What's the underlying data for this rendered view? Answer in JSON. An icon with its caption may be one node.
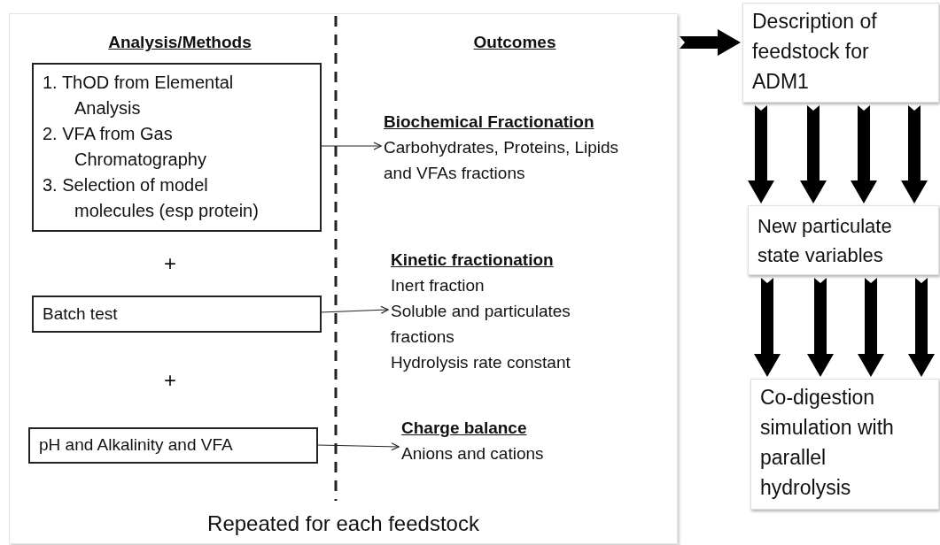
{
  "diagram": {
    "nodes": [
      {
        "text": [
          "Repeated for each feedstock"
        ]
      },
      {
        "text": [
          "1. ThOD from Elemental Analysis",
          "2. VFA from Gas Chromatography",
          "3. Selection of model molecules (esp protein)"
        ],
        "in": 0
      },
      {
        "text": [
          "Biochemical Fractionation",
          "Carbohydrates, Proteins, Lipids and VFAs fractions"
        ],
        "in": 0
      },
      {
        "text": [
          "Batch test"
        ],
        "in": 0
      },
      {
        "text": [
          "Kinetic fractionation",
          "Inert fraction",
          "Soluble and particulates fractions",
          "Hydrolysis rate constant"
        ],
        "in": 0
      },
      {
        "text": [
          "pH and Alkalinity and VFA"
        ],
        "in": 0
      },
      {
        "text": [
          "Charge balance",
          "Anions and cations"
        ],
        "in": 0
      },
      {
        "text": [
          "Description of feedstock for ADM1"
        ]
      },
      {
        "text": [
          "New particulate state variables"
        ]
      },
      {
        "text": [
          "Co-digestion simulation with parallel hydrolysis"
        ]
      }
    ],
    "edges": [
      {
        "from": 1,
        "to": 2,
        "arrow": "to"
      },
      {
        "from": 3,
        "to": 4,
        "arrow": "to"
      },
      {
        "from": 5,
        "to": 6,
        "arrow": "to"
      },
      {
        "from": 0,
        "to": 7,
        "arrow": "to",
        "style": "thick"
      },
      {
        "from": 7,
        "to": 8,
        "arrow": "to",
        "style": "thick"
      },
      {
        "from": 7,
        "to": 8,
        "arrow": "to",
        "style": "thick"
      },
      {
        "from": 7,
        "to": 8,
        "arrow": "to",
        "style": "thick"
      },
      {
        "from": 7,
        "to": 8,
        "arrow": "to",
        "style": "thick"
      },
      {
        "from": 8,
        "to": 9,
        "arrow": "to",
        "style": "thick"
      },
      {
        "from": 8,
        "to": 9,
        "arrow": "to",
        "style": "thick"
      },
      {
        "from": 8,
        "to": 9,
        "arrow": "to",
        "style": "thick"
      },
      {
        "from": 8,
        "to": 9,
        "arrow": "to",
        "style": "thick"
      }
    ],
    "labels": [
      "Analysis/Methods",
      "Outcomes",
      "+",
      "+"
    ]
  }
}
